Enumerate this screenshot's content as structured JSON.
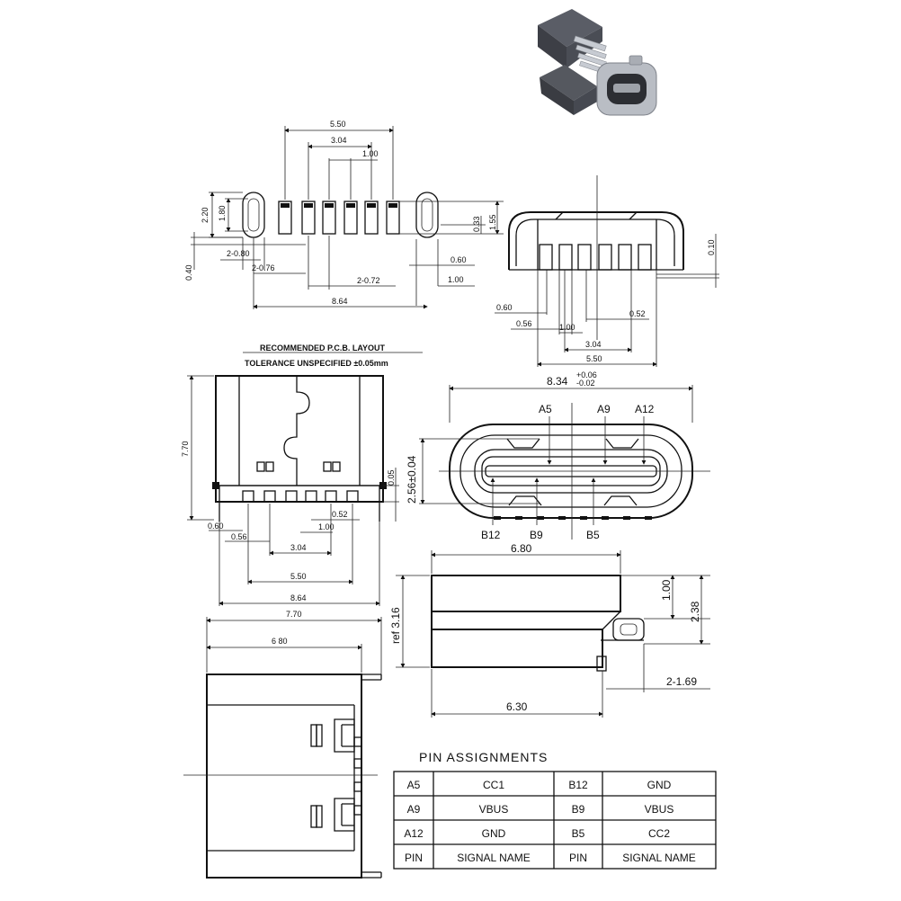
{
  "pcb_layout": {
    "title": "RECOMMENDED  P.C.B. LAYOUT",
    "tolerance": "TOLERANCE UNSPECIFIED ±0.05mm",
    "dims": {
      "d550": "5.50",
      "d304": "3.04",
      "d100": "1.00",
      "d220": "2.20",
      "d180": "1.80",
      "d155": "1.55",
      "d033": "0.33",
      "d040": "0.40",
      "d2080": "2-0.80",
      "d2076": "2-0.76",
      "d2072": "2-0.72",
      "d060": "0.60",
      "d100b": "1.00",
      "d864": "8.64"
    }
  },
  "front_view": {
    "dims": {
      "d010": "0.10",
      "d060": "0.60",
      "d056": "0.56",
      "d052": "0.52",
      "d100": "1.00",
      "d304": "3.04",
      "d550": "5.50"
    }
  },
  "mating_face": {
    "width_label": "8.34",
    "tol_plus": "+0.06",
    "tol_minus": "-0.02",
    "height_label": "2.56±0.04",
    "top_pins": [
      "A5",
      "A9",
      "A12"
    ],
    "bottom_pins": [
      "B12",
      "B9",
      "B5"
    ]
  },
  "side_view": {
    "dims": {
      "d770": "7.70",
      "d005": "0.05",
      "d060": "0.60",
      "d056": "0.56",
      "d052": "0.52",
      "d100": "1.00",
      "d304": "3.04",
      "d550": "5.50",
      "d864": "8.64"
    }
  },
  "profile_view": {
    "dims": {
      "d680": "6.80",
      "d100": "1.00",
      "d238": "2.38",
      "ref316": "ref 3.16",
      "d630": "6.30",
      "d2169": "2-1.69"
    }
  },
  "top_view": {
    "dims": {
      "d770": "7.70",
      "d680": "6 80"
    }
  },
  "pin_table": {
    "title": "PIN ASSIGNMENTS",
    "rows": [
      [
        "A5",
        "CC1",
        "B12",
        "GND"
      ],
      [
        "A9",
        "VBUS",
        "B9",
        "VBUS"
      ],
      [
        "A12",
        "GND",
        "B5",
        "CC2"
      ],
      [
        "PIN",
        "SIGNAL NAME",
        "PIN",
        "SIGNAL NAME"
      ]
    ]
  },
  "colors": {
    "line": "#111111",
    "background": "#ffffff",
    "photo_dark": "#4a4d55",
    "photo_metal": "#b9bdc4"
  }
}
